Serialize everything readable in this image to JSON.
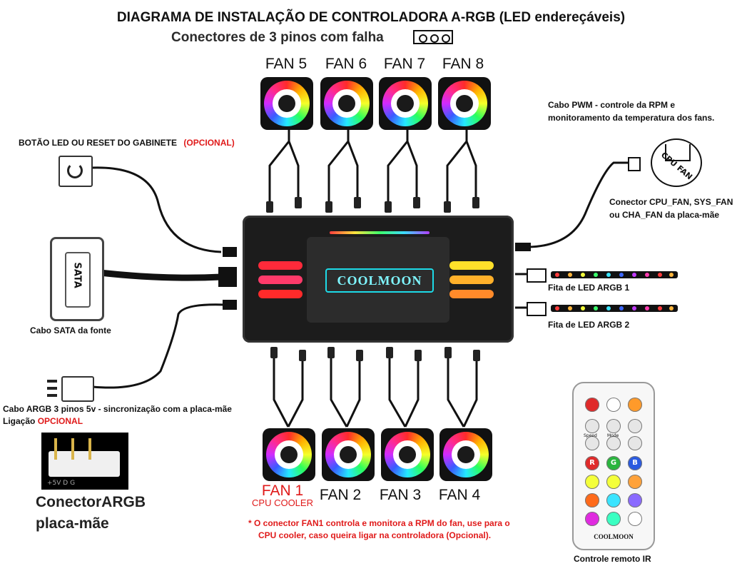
{
  "title": "DIAGRAMA DE INSTALAÇÃO DE CONTROLADORA A-RGB (LED endereçáveis)",
  "subtitle": "Conectores de 3 pinos com falha",
  "fans_top": [
    "FAN 5",
    "FAN 6",
    "FAN 7",
    "FAN 8"
  ],
  "fans_bottom": [
    "FAN 1",
    "FAN 2",
    "FAN 3",
    "FAN 4"
  ],
  "fan1_sub": "CPU COOLER",
  "brand": "COOLMOON",
  "left": {
    "button_label": "BOTÃO LED OU RESET DO GABINETE",
    "button_optional": "(OPCIONAL)",
    "sata_text": "SATA",
    "sata_label": "Cabo SATA da fonte",
    "argb_label": "Cabo ARGB 3 pinos 5v - sincronização com a placa-mãe",
    "ligacao": "Ligação",
    "ligacao_opcional": "OPCIONAL",
    "photo_text": "+5V  D  G",
    "conector_line1": "ConectorARGB",
    "conector_line2": "placa-mãe"
  },
  "right": {
    "pwm_line1": "Cabo PWM - controle da RPM e",
    "pwm_line2": "monitoramento da temperatura dos fans.",
    "cpu_fan_icon": "CPU FAN",
    "connector_line1": "Conector CPU_FAN, SYS_FAN",
    "connector_line2": "ou CHA_FAN da placa-mãe",
    "led1": "Fita de LED ARGB 1",
    "led2": "Fita de LED ARGB 2"
  },
  "note_line1": "* O conector FAN1 controla e monitora a RPM do fan, use para o",
  "note_line2": "CPU cooler, caso queira ligar na controladora (Opcional).",
  "remote": {
    "label": "Controle remoto IR",
    "brand": "COOLMOON",
    "rgb_buttons": [
      "R",
      "G",
      "B"
    ],
    "speed_label": "Speed",
    "mode_label": "Mode"
  },
  "colors": {
    "accent_red": "#e01a1a",
    "brand_cyan": "#1ddbe8"
  }
}
